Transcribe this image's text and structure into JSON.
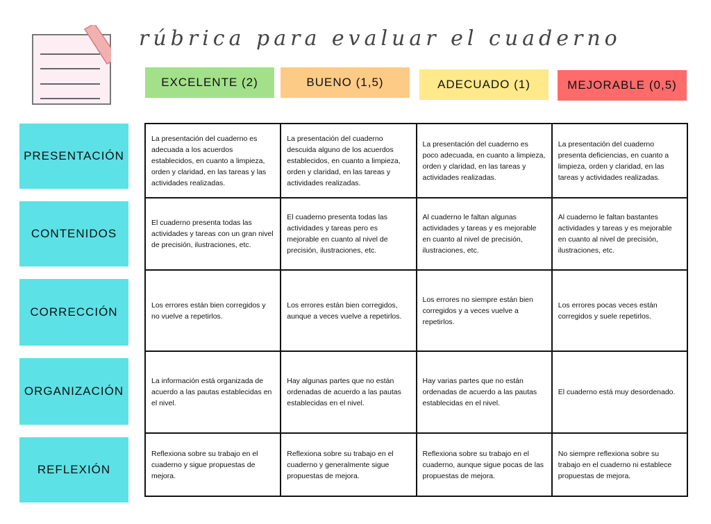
{
  "title": "rúbrica para evaluar el cuaderno",
  "icon": "notepad-icon",
  "levels": [
    {
      "label": "EXCELENTE (2)",
      "color": "#a3e08a"
    },
    {
      "label": "BUENO (1,5)",
      "color": "#fdcb86"
    },
    {
      "label": "ADECUADO (1)",
      "color": "#ffe98a"
    },
    {
      "label": "MEJORABLE  (0,5)",
      "color": "#ff6b6b"
    }
  ],
  "criteria_color": "#5ce1e6",
  "rows": [
    {
      "criterion": "PRESENTACIÓN",
      "cells": [
        "La presentación del cuaderno es adecuada a los acuerdos establecidos, en cuanto a limpieza, orden y claridad, en las tareas y las actividades realizadas.",
        "La presentación del cuaderno descuida alguno de los acuerdos establecidos, en cuanto a limpieza, orden y claridad, en las tareas y actividades realizadas.",
        "La presentación del cuaderno es poco adecuada, en cuanto a limpieza, orden y claridad, en las tareas y actividades realizadas.",
        "La presentación del cuaderno presenta deficiencias, en cuanto a limpieza, orden y claridad, en las tareas y actividades realizadas."
      ]
    },
    {
      "criterion": "CONTENIDOS",
      "cells": [
        "El cuaderno presenta todas las actividades y tareas con un gran nivel de precisión, ilustraciones, etc.",
        "El cuaderno presenta todas las actividades y tareas pero es mejorable en cuanto al nivel de precisión, ilustraciones, etc.",
        "Al cuaderno le faltan algunas actividades y tareas y es mejorable en cuanto al nivel de precisión, ilustraciones, etc.",
        "Al cuaderno le faltan bastantes actividades y tareas y es mejorable en cuanto al nivel de precisión, ilustraciones, etc."
      ]
    },
    {
      "criterion": "CORRECCIÓN",
      "cells": [
        "Los errores están bien corregidos y no vuelve a repetirlos.",
        "Los errores están bien corregidos, aunque a veces vuelve a repetirlos.",
        "Los errores no siempre están bien corregidos y a veces vuelve a repetirlos.",
        "Los errores pocas veces están corregidos y suele repetirlos."
      ]
    },
    {
      "criterion": "ORGANIZACIÓN",
      "cells": [
        "La información está organizada de acuerdo a las pautas establecidas en el nivel.",
        "Hay algunas partes que no están ordenadas de acuerdo a las pautas establecidas en el nivel.",
        "Hay varias partes que no están ordenadas de acuerdo a las pautas establecidas en el nivel.",
        "El cuaderno está muy desordenado."
      ]
    },
    {
      "criterion": "REFLEXIÓN",
      "cells": [
        "Reflexiona sobre su trabajo en el cuaderno y sigue propuestas de mejora.",
        "Reflexiona sobre su trabajo en el cuaderno y generalmente sigue propuestas de mejora.",
        "Reflexiona sobre su trabajo en el cuaderno, aunque sigue pocas de las propuestas de mejora.",
        "No siempre reflexiona sobre su trabajo en el cuaderno ni establece propuestas de mejora."
      ]
    }
  ]
}
